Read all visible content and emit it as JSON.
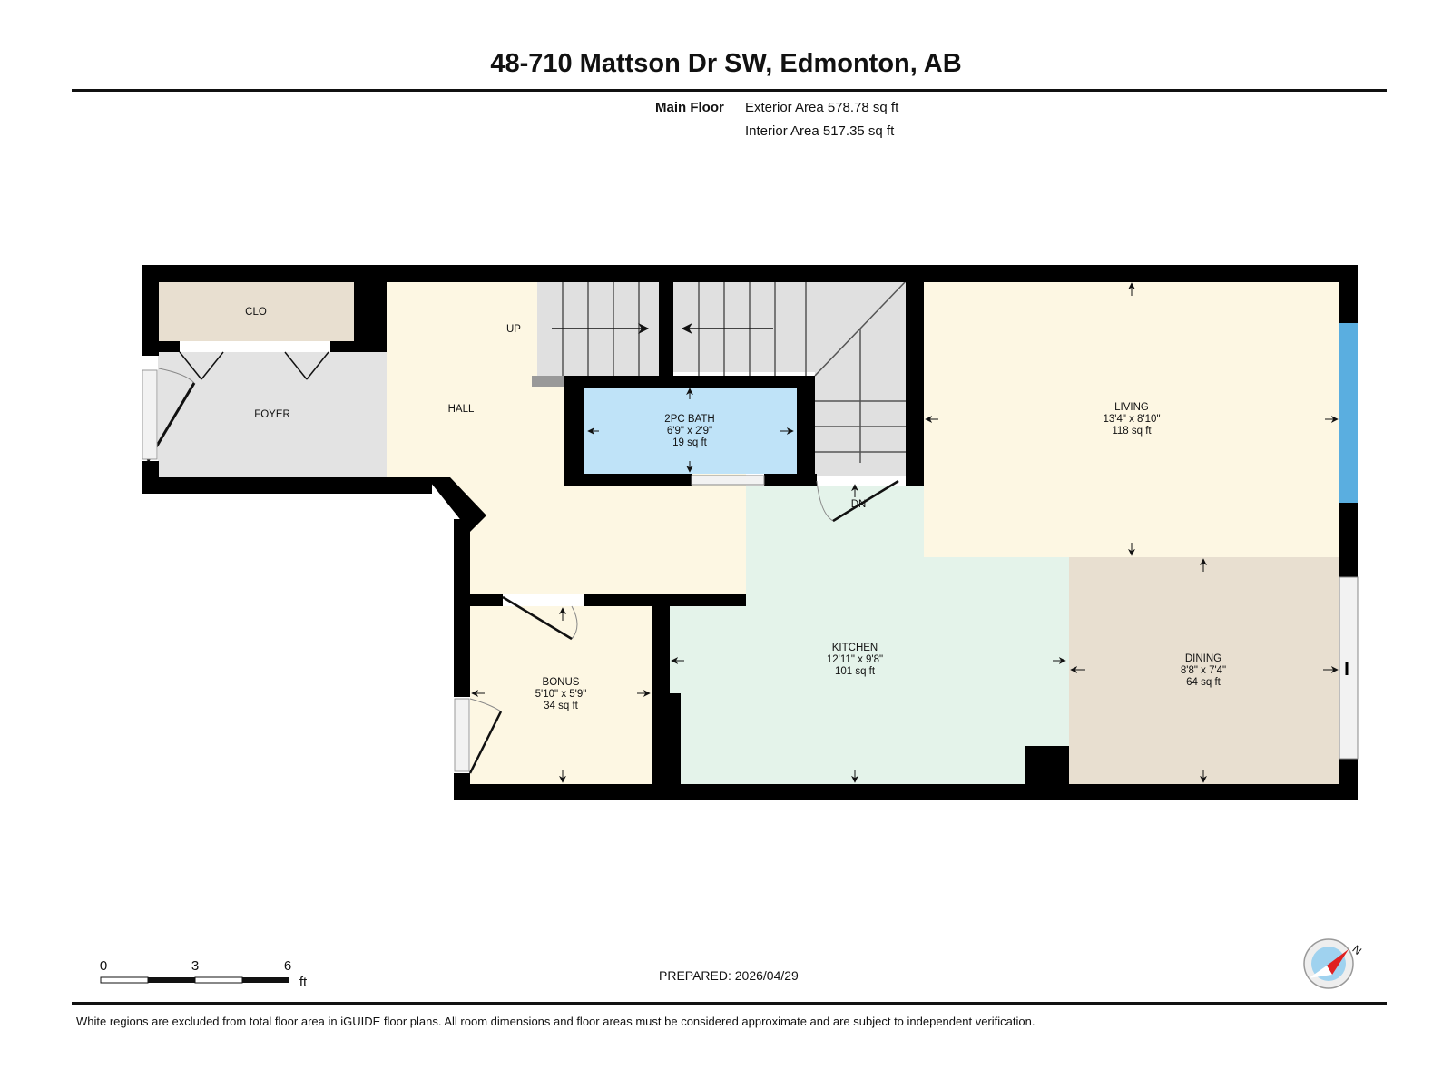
{
  "header": {
    "address": "48-710 Mattson Dr SW, Edmonton, AB",
    "floor_label": "Main Floor",
    "exterior_area": "Exterior Area 578.78 sq ft",
    "interior_area": "Interior Area 517.35 sq ft"
  },
  "rooms": {
    "clo": {
      "name": "CLO"
    },
    "foyer": {
      "name": "FOYER"
    },
    "hall": {
      "name": "HALL"
    },
    "up": {
      "name": "UP"
    },
    "dn": {
      "name": "DN"
    },
    "bath": {
      "name": "2PC BATH",
      "dims": "6'9\" x 2'9\"",
      "area": "19 sq ft"
    },
    "living": {
      "name": "LIVING",
      "dims": "13'4\" x 8'10\"",
      "area": "118 sq ft"
    },
    "kitchen": {
      "name": "KITCHEN",
      "dims": "12'11\" x 9'8\"",
      "area": "101 sq ft"
    },
    "dining": {
      "name": "DINING",
      "dims": "8'8\" x 7'4\"",
      "area": "64 sq ft"
    },
    "bonus": {
      "name": "BONUS",
      "dims": "5'10\" x 5'9\"",
      "area": "34 sq ft"
    }
  },
  "colors": {
    "wall": "#000000",
    "clo": "#e8dfd0",
    "foyer": "#e3e3e3",
    "hall": "#fdf7e3",
    "stairs": "#e0e0e0",
    "bath": "#bfe3f8",
    "living": "#fdf7e3",
    "kitchen": "#e4f3ea",
    "dining": "#e8dfd0",
    "bonus": "#fdf7e3",
    "window": "#5aaee0"
  },
  "scale": {
    "t0": "0",
    "t3": "3",
    "t6": "6",
    "unit": "ft"
  },
  "prepared": "PREPARED: 2026/04/29",
  "compass": {
    "label": "N",
    "icon": "compass-icon"
  },
  "disclaimer": "White regions are excluded from total floor area in iGUIDE floor plans. All room dimensions and floor areas must be considered approximate and are subject to independent verification."
}
